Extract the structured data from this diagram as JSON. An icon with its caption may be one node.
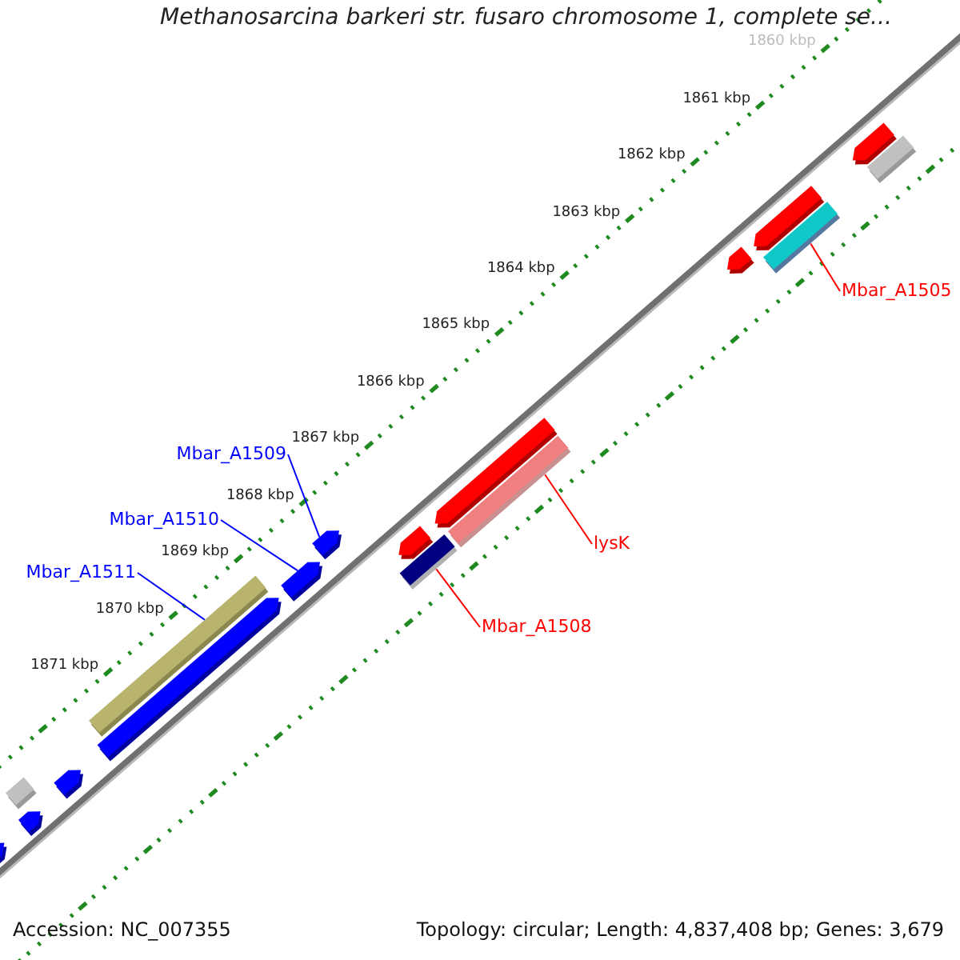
{
  "diagram": {
    "title": "Methanosarcina barkeri str. fusaro chromosome 1, complete se...",
    "nodes": [
      {
        "text": [
          "Mbar_A1509"
        ]
      },
      {
        "text": [
          "Mbar_A1510"
        ]
      },
      {
        "text": [
          "Mbar_A1511"
        ]
      },
      {
        "text": [
          "Mbar_A1505"
        ]
      },
      {
        "text": [
          "lysK"
        ]
      },
      {
        "text": [
          "Mbar_A1508"
        ]
      },
      {
        "text": [],
        "shape": "bar"
      },
      {
        "text": [],
        "shape": "arrow"
      },
      {
        "text": [],
        "shape": "arrow"
      },
      {
        "text": [],
        "shape": "bar"
      },
      {
        "text": [],
        "shape": "bar"
      },
      {
        "text": [],
        "shape": "bar"
      },
      {
        "text": [],
        "shape": "arrow"
      },
      {
        "text": [],
        "shape": "arrow"
      },
      {
        "text": [],
        "shape": "arrow"
      },
      {
        "text": [],
        "shape": "arrow"
      },
      {
        "text": [],
        "shape": "bar"
      },
      {
        "text": [],
        "shape": "arrow"
      },
      {
        "text": [],
        "shape": "arrow"
      },
      {
        "text": [],
        "shape": "arrow"
      },
      {
        "text": [],
        "shape": "arrow"
      },
      {
        "text": [],
        "shape": "arrow"
      },
      {
        "text": [],
        "shape": "bar"
      }
    ],
    "edges": [
      {
        "from": 0,
        "to": 8,
        "arrow": "none",
        "color": "#0000ff"
      },
      {
        "from": 1,
        "to": 7,
        "arrow": "none",
        "color": "#0000ff"
      },
      {
        "from": 2,
        "to": 6,
        "arrow": "none",
        "color": "#0000ff"
      },
      {
        "from": 3,
        "to": 11,
        "arrow": "none",
        "color": "#ff0000"
      },
      {
        "from": 4,
        "to": 10,
        "arrow": "none",
        "color": "#ff0000"
      },
      {
        "from": 5,
        "to": 9,
        "arrow": "none",
        "color": "#ff0000"
      }
    ],
    "labels": [
      "1860 kbp",
      "1861 kbp",
      "1862 kbp",
      "1863 kbp",
      "1864 kbp",
      "1865 kbp",
      "1866 kbp",
      "1867 kbp",
      "1868 kbp",
      "1869 kbp",
      "1870 kbp",
      "1871 kbp",
      "Accession: NC_007355",
      "Topology: circular; Length: 4,837,408 bp; Genes: 3,679"
    ]
  }
}
